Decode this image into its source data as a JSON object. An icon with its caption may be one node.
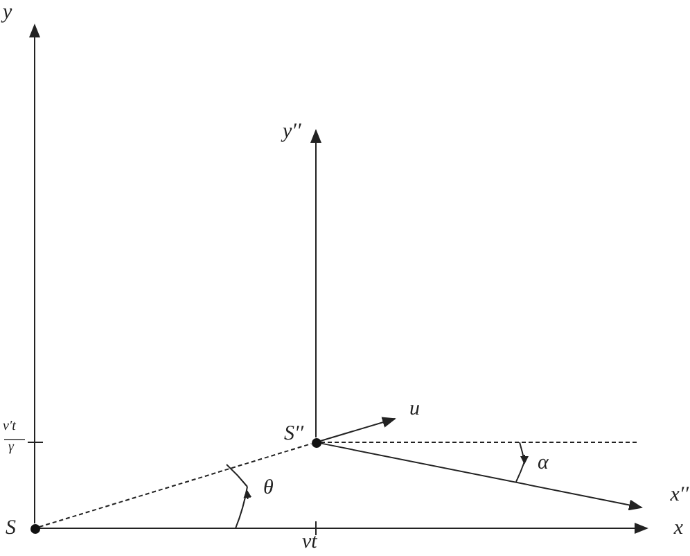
{
  "diagram": {
    "nodes": [
      {
        "text": [],
        "shape": "circle",
        "beside": [
          "S"
        ]
      },
      {
        "text": [],
        "shape": "circle",
        "beside": [
          "S′′"
        ]
      },
      {
        "text": [
          "x"
        ]
      },
      {
        "text": [
          "y"
        ]
      },
      {
        "text": [
          "x′′"
        ]
      },
      {
        "text": [
          "y′′"
        ]
      },
      {
        "text": [
          "u"
        ]
      }
    ],
    "edges": [
      {
        "from": 0,
        "to": 2,
        "arrow": "to"
      },
      {
        "from": 0,
        "to": 3,
        "arrow": "to"
      },
      {
        "from": 0,
        "to": 1,
        "arrow": "none",
        "style": "dashed"
      },
      {
        "from": 1,
        "to": 4,
        "arrow": "to"
      },
      {
        "from": 1,
        "to": 5,
        "arrow": "to"
      },
      {
        "from": 1,
        "to": 6,
        "arrow": "to"
      },
      {
        "from": 1,
        "to": null,
        "arrow": "none",
        "style": "dashed"
      }
    ],
    "labels": [
      "v′t",
      "γ",
      "θ",
      "α",
      "vt"
    ]
  }
}
